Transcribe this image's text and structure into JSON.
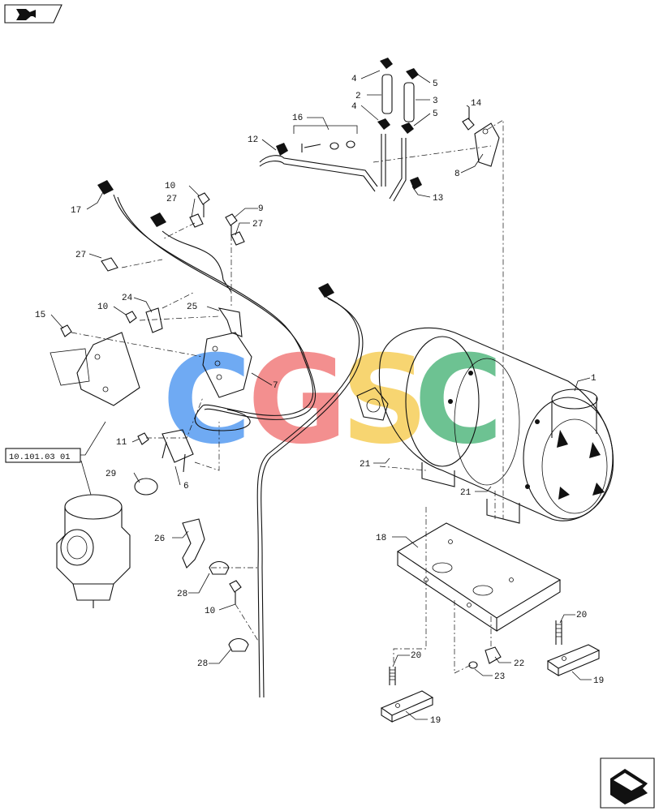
{
  "reference_box": {
    "text": "10.101.03 01"
  },
  "callouts": [
    {
      "id": "c1",
      "label": "1"
    },
    {
      "id": "c2",
      "label": "2"
    },
    {
      "id": "c3",
      "label": "3"
    },
    {
      "id": "c4a",
      "label": "4"
    },
    {
      "id": "c4b",
      "label": "4"
    },
    {
      "id": "c5a",
      "label": "5"
    },
    {
      "id": "c5b",
      "label": "5"
    },
    {
      "id": "c6",
      "label": "6"
    },
    {
      "id": "c7",
      "label": "7"
    },
    {
      "id": "c8",
      "label": "8"
    },
    {
      "id": "c9",
      "label": "9"
    },
    {
      "id": "c10a",
      "label": "10"
    },
    {
      "id": "c10b",
      "label": "10"
    },
    {
      "id": "c10c",
      "label": "10"
    },
    {
      "id": "c11",
      "label": "11"
    },
    {
      "id": "c12",
      "label": "12"
    },
    {
      "id": "c13",
      "label": "13"
    },
    {
      "id": "c14",
      "label": "14"
    },
    {
      "id": "c15",
      "label": "15"
    },
    {
      "id": "c16",
      "label": "16"
    },
    {
      "id": "c17",
      "label": "17"
    },
    {
      "id": "c18",
      "label": "18"
    },
    {
      "id": "c19a",
      "label": "19"
    },
    {
      "id": "c19b",
      "label": "19"
    },
    {
      "id": "c20a",
      "label": "20"
    },
    {
      "id": "c20b",
      "label": "20"
    },
    {
      "id": "c21a",
      "label": "21"
    },
    {
      "id": "c21b",
      "label": "21"
    },
    {
      "id": "c22",
      "label": "22"
    },
    {
      "id": "c23",
      "label": "23"
    },
    {
      "id": "c24",
      "label": "24"
    },
    {
      "id": "c25",
      "label": "25"
    },
    {
      "id": "c26",
      "label": "26"
    },
    {
      "id": "c27a",
      "label": "27"
    },
    {
      "id": "c27b",
      "label": "27"
    },
    {
      "id": "c27c",
      "label": "27"
    },
    {
      "id": "c28a",
      "label": "28"
    },
    {
      "id": "c28b",
      "label": "28"
    },
    {
      "id": "c29",
      "label": "29"
    }
  ],
  "watermark": {
    "letters": [
      "C",
      "G",
      "S",
      "C"
    ],
    "colors": [
      "#3f8ef0",
      "#f06a6a",
      "#f5c842",
      "#3dae6e"
    ]
  },
  "icons": {
    "top_left": "back-arrow-icon",
    "bottom_right": "next-page-arrow-icon"
  }
}
